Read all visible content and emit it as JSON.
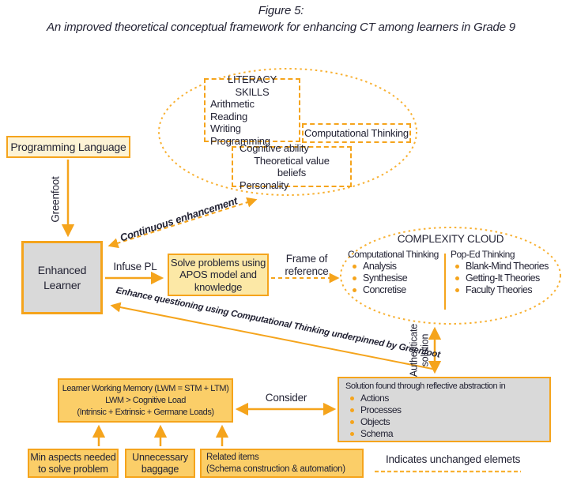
{
  "title": {
    "line1": "Figure 5:",
    "line2": "An improved theoretical conceptual framework for enhancing CT among learners in Grade 9"
  },
  "colors": {
    "accent_orange": "#F5A41C",
    "dashed_orange": "#F8B133",
    "gold_fill": "#FBCE68",
    "pale_yellow_fill": "#FDF3D5",
    "mid_yellow_fill": "#FCE8A6",
    "gray_fill": "#D9D9D9",
    "text": "#232334"
  },
  "top_ellipse": {
    "literacy_box": {
      "title": "LITERACY SKILLS",
      "items": [
        "Arithmetic",
        "Reading",
        "Writing",
        "Programming"
      ]
    },
    "ct_box_label": "Computational Thinking",
    "attributes_box": {
      "items": [
        "Cognitive ability",
        "Theoretical value beliefs",
        "Personality"
      ]
    }
  },
  "boxes": {
    "programming_language": "Programming Language",
    "enhanced_learner": {
      "line1": "Enhanced",
      "line2": "Learner"
    },
    "solve_problems": {
      "line1": "Solve problems using",
      "line2": "APOS model and",
      "line3": "knowledge"
    },
    "lwm": {
      "line1": "Learner Working Memory (LWM = STM + LTM)",
      "line2": "LWM > Cognitive Load",
      "line3": "(Intrinsic + Extrinsic + Germane Loads)"
    },
    "solution": {
      "title": "Solution found through reflective abstraction in",
      "bullets": [
        "Actions",
        "Processes",
        "Objects",
        "Schema"
      ]
    },
    "min_aspects": {
      "line1": "Min aspects needed",
      "line2": "to solve problem"
    },
    "unnecessary": {
      "line1": "Unnecessary",
      "line2": "baggage"
    },
    "related_items": {
      "line1": "Related items",
      "line2": "(Schema construction & automation)"
    }
  },
  "complexity_cloud": {
    "title": "COMPLEXITY CLOUD",
    "left": {
      "header": "Computational Thinking",
      "bullets": [
        "Analysis",
        "Synthesise",
        "Concretise"
      ]
    },
    "right": {
      "header": "Pop-Ed Thinking",
      "bullets": [
        "Blank-Mind Theories",
        "Getting-It Theories",
        "Faculty Theories"
      ]
    }
  },
  "labels": {
    "greenfoot": "Greenfoot",
    "continuous_enhancement": "Continuous enhancement",
    "infuse_pl": "Infuse PL",
    "frame_of_reference_line1": "Frame of",
    "frame_of_reference_line2": "reference",
    "enhance_questioning": "Enhance questioning using Computational Thinking underpinned by Greenfoot",
    "authenticate_line1": "Authenticate",
    "authenticate_line2": "solution",
    "consider": "Consider",
    "legend": "Indicates unchanged elemets"
  }
}
